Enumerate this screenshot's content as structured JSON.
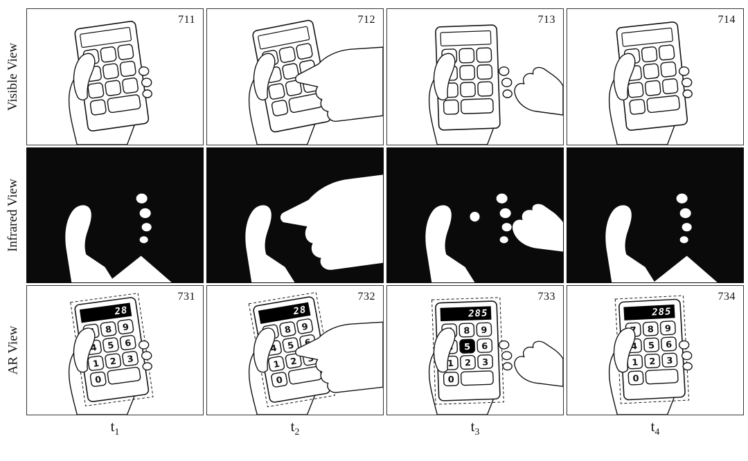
{
  "figure": {
    "row_labels": [
      "Visible View",
      "Infrared View",
      "AR View"
    ],
    "time_labels": [
      {
        "base": "t",
        "sub": "1"
      },
      {
        "base": "t",
        "sub": "2"
      },
      {
        "base": "t",
        "sub": "3"
      },
      {
        "base": "t",
        "sub": "4"
      }
    ],
    "visible_row": {
      "panels": [
        {
          "ref": "711"
        },
        {
          "ref": "712"
        },
        {
          "ref": "713"
        },
        {
          "ref": "714"
        }
      ]
    },
    "ar_row": {
      "panels": [
        {
          "ref": "731",
          "display": "28"
        },
        {
          "ref": "732",
          "display": "28"
        },
        {
          "ref": "733",
          "display": "285",
          "pressed_key": "5"
        },
        {
          "ref": "734",
          "display": "285"
        }
      ]
    },
    "calculator_keys": [
      "7",
      "8",
      "9",
      "4",
      "5",
      "6",
      "1",
      "2",
      "3",
      "0"
    ],
    "colors": {
      "ink": "#111111",
      "ir_background": "#0a0a0a",
      "ir_foreground": "#ffffff",
      "display_bg": "#000000",
      "display_text": "#ffffff"
    }
  }
}
